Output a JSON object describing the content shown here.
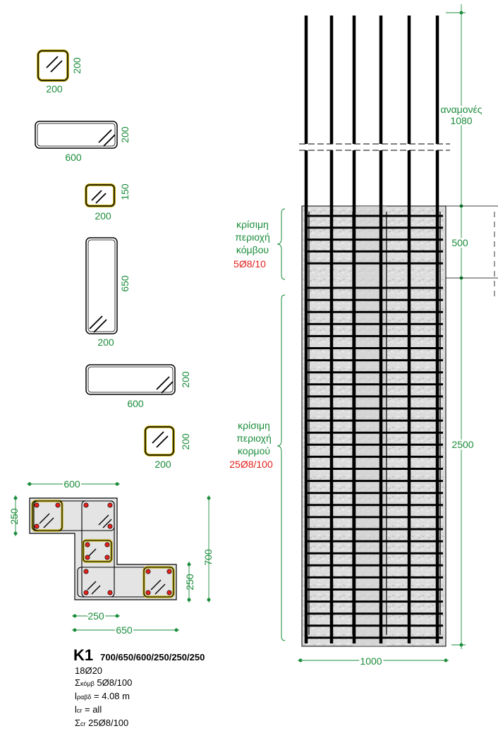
{
  "colors": {
    "dimension": "#1a8c3a",
    "annotation_red": "#e2211c",
    "stirrup_yellow": "#c8b41e",
    "concrete": "#d8d8d8",
    "rebar": "#000000"
  },
  "stirrups": [
    {
      "width_label": "200",
      "height_label": "200",
      "highlight": true
    },
    {
      "width_label": "600",
      "height_label": "200",
      "highlight": false
    },
    {
      "width_label": "200",
      "height_label": "150",
      "highlight": true
    },
    {
      "width_label": "200",
      "height_label": "650",
      "highlight": false
    },
    {
      "width_label": "600",
      "height_label": "200",
      "highlight": false
    },
    {
      "width_label": "200",
      "height_label": "200",
      "highlight": true
    }
  ],
  "section": {
    "dim_top": "600",
    "dim_left": "250",
    "dim_right_total": "700",
    "dim_right_lower": "250",
    "dim_bottom_inner": "250",
    "dim_bottom_total": "650"
  },
  "elevation": {
    "starter_label": "αναμονές",
    "starter_value": "1080",
    "joint_dim": "500",
    "web_dim": "2500",
    "width_dim": "1000",
    "joint_zone": {
      "line1": "κρίσιμη",
      "line2": "περιοχή",
      "line3": "κόμβου",
      "spec": "5Ø8/10"
    },
    "web_zone": {
      "line1": "κρίσιμη",
      "line2": "περιοχή",
      "line3": "κορμού",
      "spec": "25Ø8/100"
    }
  },
  "legend": {
    "name": "K1",
    "dimensions": "700/650/600/250/250/250",
    "bars": "18Ø20",
    "joint_prefix": "Σ",
    "joint_sub": "κόμβ",
    "joint_value": " 5Ø8/100",
    "length_prefix": "l",
    "length_sub": "ραβδ",
    "length_value": " = 4.08 m",
    "lcr_prefix": "l",
    "lcr_sub": "cr",
    "lcr_value": " = all",
    "scr_prefix": "Σ",
    "scr_sub": "cr",
    "scr_value": " 25Ø8/100"
  }
}
